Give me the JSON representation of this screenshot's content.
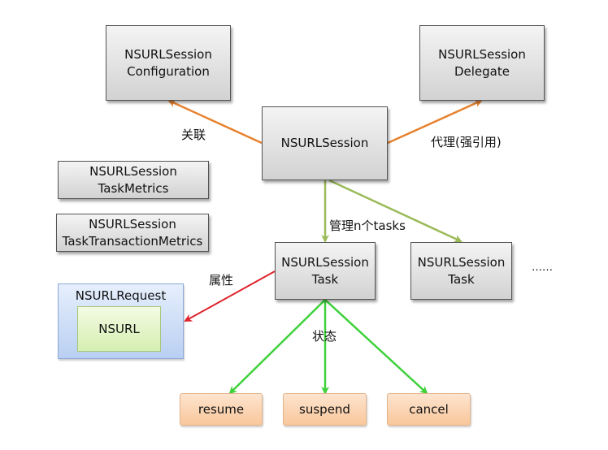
{
  "nodes": {
    "configuration": "NSURLSession\nConfiguration",
    "delegate": "NSURLSession\nDelegate",
    "session": "NSURLSession",
    "task_metrics": "NSURLSession\nTaskMetrics",
    "task_transaction_metrics": "NSURLSession\nTaskTransactionMetrics",
    "task_1": "NSURLSession\nTask",
    "task_2": "NSURLSession\nTask",
    "more_tasks": "……",
    "request": "NSURLRequest",
    "url": "NSURL",
    "resume": "resume",
    "suspend": "suspend",
    "cancel": "cancel"
  },
  "edge_labels": {
    "association": "关联",
    "delegate_strong_ref": "代理(强引用)",
    "manages_n_tasks": "管理n个tasks",
    "property": "属性",
    "state": "状态"
  },
  "colors": {
    "association_edge": "#e8822e",
    "delegate_edge": "#e8822e",
    "manage_edge": "#9bbb59",
    "property_edge": "#e0222c",
    "state_edge": "#3ed13a"
  }
}
